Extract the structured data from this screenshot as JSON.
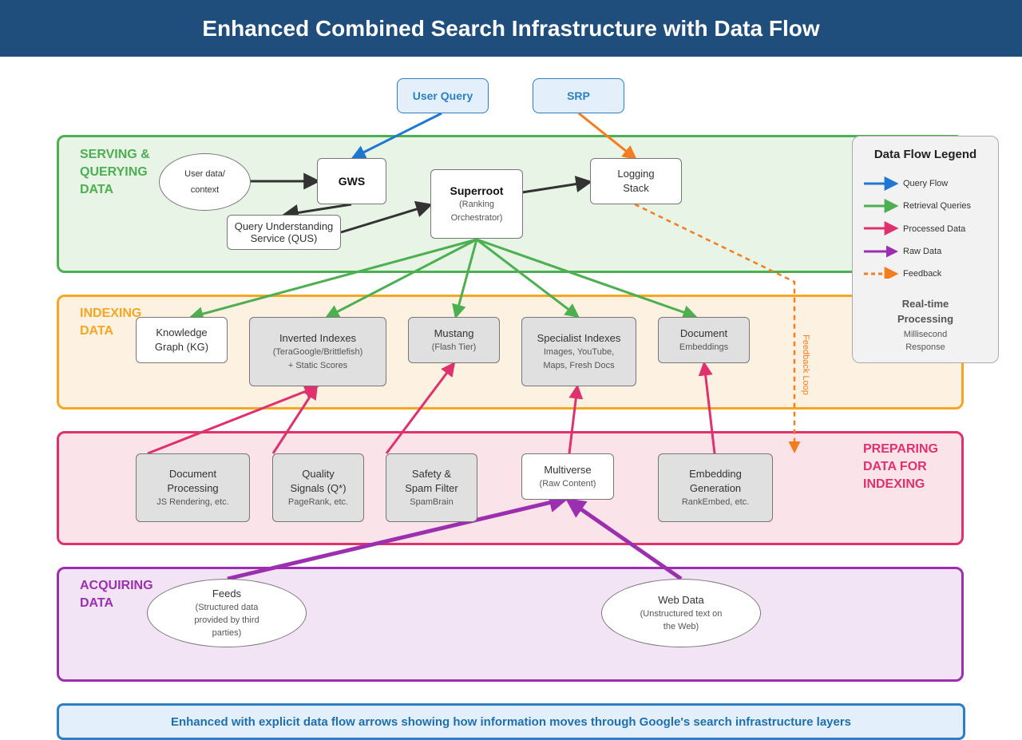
{
  "title": "Enhanced Combined Search Infrastructure with Data Flow",
  "layers": {
    "serving": {
      "title": "SERVING &\nQUERYING\nDATA",
      "color": "#4caf50"
    },
    "indexing": {
      "title": "INDEXING\nDATA",
      "color": "#f5a623"
    },
    "preparing": {
      "title": "PREPARING\nDATA FOR\nINDEXING",
      "color": "#e0306e"
    },
    "acquiring": {
      "title": "ACQUIRING\nDATA",
      "color": "#9c2fb0"
    }
  },
  "top": {
    "user_query": "User Query",
    "srp": "SRP"
  },
  "serving": {
    "user_data": "User data/\ncontext",
    "gws": "GWS",
    "qus": "Query Understanding\nService (QUS)",
    "superroot": "Superroot",
    "superroot_sub": "(Ranking\nOrchestrator)",
    "logging": "Logging\nStack"
  },
  "indexing": {
    "kg": "Knowledge\nGraph (KG)",
    "inverted": "Inverted Indexes",
    "inverted_sub": "(TeraGoogle/Brittlefish)\n+ Static Scores",
    "mustang": "Mustang",
    "mustang_sub": "(Flash Tier)",
    "specialist": "Specialist Indexes",
    "specialist_sub": "Images, YouTube,\nMaps, Fresh Docs",
    "document": "Document",
    "document_sub": "Embeddings"
  },
  "preparing": {
    "docproc": "Document\nProcessing",
    "docproc_sub": "JS Rendering, etc.",
    "quality": "Quality\nSignals (Q*)",
    "quality_sub": "PageRank, etc.",
    "safety": "Safety &\nSpam Filter",
    "safety_sub": "SpamBrain",
    "multiverse": "Multiverse",
    "multiverse_sub": "(Raw Content)",
    "embedding": "Embedding\nGeneration",
    "embedding_sub": "RankEmbed, etc."
  },
  "acquiring": {
    "feeds": "Feeds",
    "feeds_sub": "(Structured data\nprovided by third\nparties)",
    "web": "Web Data",
    "web_sub": "(Unstructured text on\nthe Web)"
  },
  "feedback_label": "Feedback Loop",
  "legend": {
    "title": "Data Flow Legend",
    "items": [
      {
        "label": "Query Flow",
        "color": "#1e78d2",
        "icon": "arrow-icon"
      },
      {
        "label": "Retrieval Queries",
        "color": "#4caf50",
        "icon": "arrow-icon"
      },
      {
        "label": "Processed Data",
        "color": "#e0306e",
        "icon": "arrow-icon"
      },
      {
        "label": "Raw Data",
        "color": "#9c2fb0",
        "icon": "arrow-icon"
      },
      {
        "label": "Feedback",
        "color": "#f57c1f",
        "icon": "dashed-arrow-icon"
      }
    ],
    "foot_title": "Real-time\nProcessing",
    "foot_sub": "Millisecond\nResponse"
  },
  "footer": "Enhanced with explicit data flow arrows showing how information moves through Google's search infrastructure layers"
}
